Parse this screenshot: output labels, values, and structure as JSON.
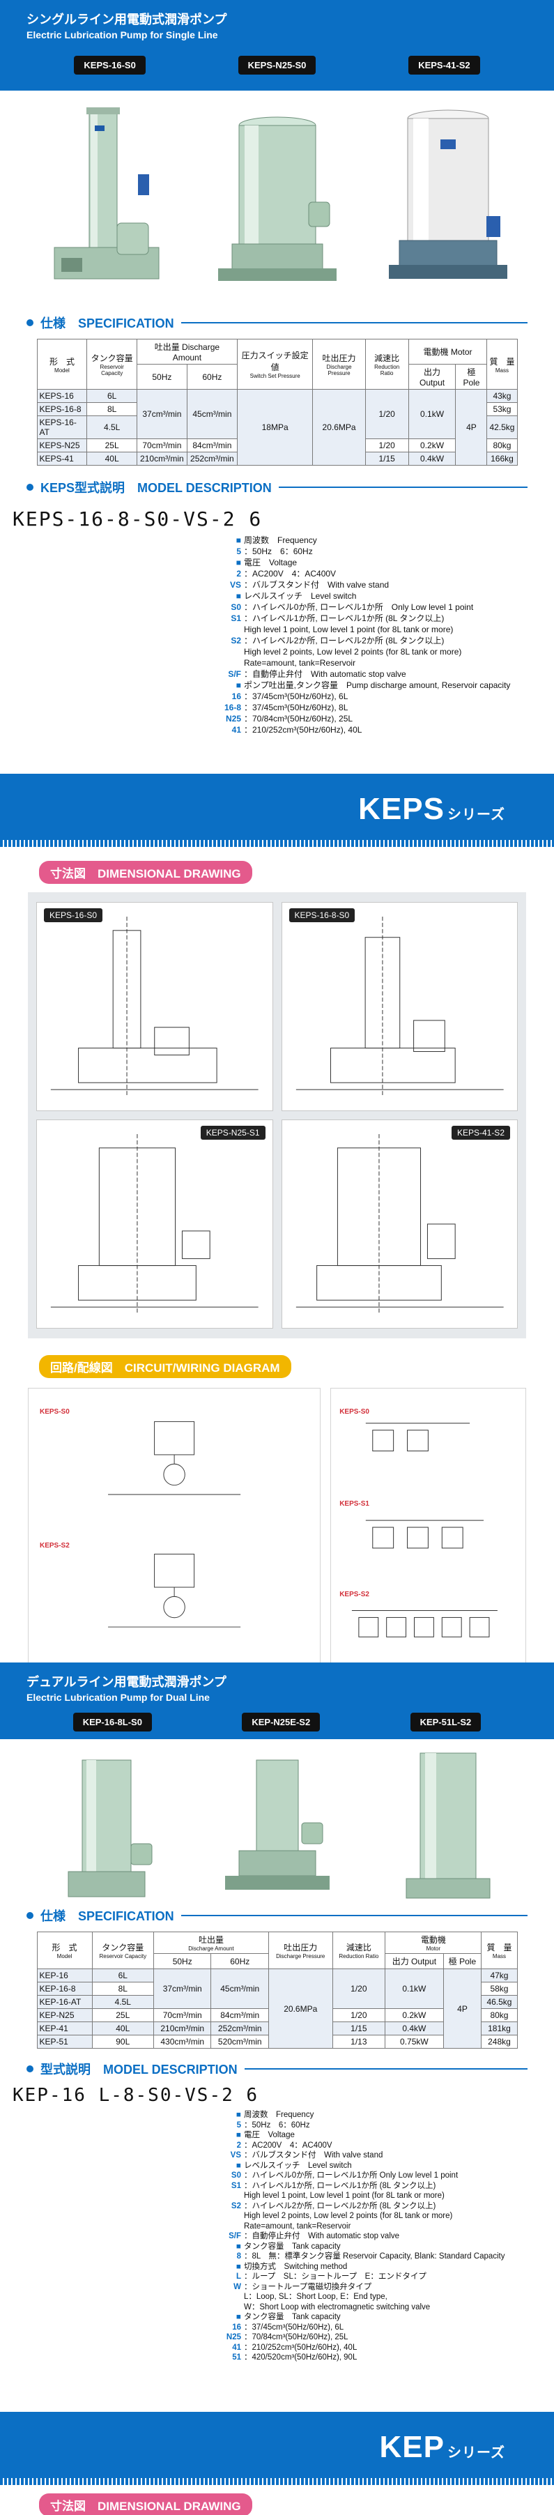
{
  "single": {
    "title_jp": "シングルライン用電動式潤滑ポンプ",
    "title_en": "Electric Lubrication Pump for Single Line",
    "models": [
      "KEPS-16-S0",
      "KEPS-N25-S0",
      "KEPS-41-S2"
    ],
    "spec_title": "仕様　SPECIFICATION",
    "spec_headers": {
      "model_jp": "形　式",
      "model_en": "Model",
      "tank_jp": "タンク容量",
      "tank_en": "Reservoir Capacity",
      "discharge_jp": "吐出量",
      "discharge_en": "Discharge Amount",
      "hz50": "50Hz",
      "hz60": "60Hz",
      "switch_jp": "圧力スイッチ設定値",
      "switch_en": "Switch Set Pressure",
      "pressure_jp": "吐出圧力",
      "pressure_en": "Discharge Pressure",
      "ratio_jp": "減速比",
      "ratio_en": "Reduction Ratio",
      "motor_jp": "電動機",
      "motor_en": "Motor",
      "output": "出力 Output",
      "pole": "極 Pole",
      "mass_jp": "質　量",
      "mass_en": "Mass"
    },
    "spec_rows": [
      {
        "model": "KEPS-16",
        "tank": "6L",
        "d50": "",
        "d60": "",
        "ratio": "",
        "output": "",
        "mass": "43kg"
      },
      {
        "model": "KEPS-16-8",
        "tank": "8L",
        "d50": "37cm³/min",
        "d60": "45cm³/min",
        "ratio": "1/20",
        "output": "0.1kW",
        "mass": "53kg"
      },
      {
        "model": "KEPS-16-AT",
        "tank": "4.5L",
        "d50": "",
        "d60": "",
        "ratio": "",
        "output": "",
        "mass": "42.5kg"
      },
      {
        "model": "KEPS-N25",
        "tank": "25L",
        "d50": "70cm³/min",
        "d60": "84cm³/min",
        "ratio": "1/20",
        "output": "0.2kW",
        "mass": "80kg"
      },
      {
        "model": "KEPS-41",
        "tank": "40L",
        "d50": "210cm³/min",
        "d60": "252cm³/min",
        "ratio": "1/15",
        "output": "0.4kW",
        "mass": "166kg"
      }
    ],
    "spec_shared": {
      "switch": "18MPa",
      "pressure": "20.6MPa",
      "pole": "4P"
    },
    "model_desc_title": "KEPS型式説明　MODEL DESCRIPTION",
    "model_code": "KEPS-16-8-S0-VS-2 6",
    "desc": [
      {
        "k": "■",
        "t": "周波数　Frequency"
      },
      {
        "k": "5",
        "t": "：50Hz　6：60Hz"
      },
      {
        "k": "■",
        "t": "電圧　Voltage"
      },
      {
        "k": "2",
        "t": "：AC200V　4：AC400V"
      },
      {
        "k": "VS",
        "t": "：バルブスタンド付　With valve stand"
      },
      {
        "k": "■",
        "t": "レベルスイッチ　Level switch"
      },
      {
        "k": "S0",
        "t": "：ハイレベル0か所, ローレベル1か所　Only Low level 1 point"
      },
      {
        "k": "S1",
        "t": "：ハイレベル1か所, ローレベル1か所 (8L タンク以上)"
      },
      {
        "k": "",
        "t": "High level 1 point, Low level 1 point (for 8L tank or more)"
      },
      {
        "k": "S2",
        "t": "：ハイレベル2か所, ローレベル2か所 (8L タンク以上)"
      },
      {
        "k": "",
        "t": "High level 2 points, Low level 2 points (for 8L tank or more)"
      },
      {
        "k": "",
        "t": "Rate=amount, tank=Reservoir"
      },
      {
        "k": "S/F",
        "t": "：自動停止弁付　With automatic stop valve"
      },
      {
        "k": "■",
        "t": "ポンプ吐出量,タンク容量　Pump discharge amount, Reservoir capacity"
      },
      {
        "k": "16",
        "t": "：37/45cm³(50Hz/60Hz), 6L"
      },
      {
        "k": "16-8",
        "t": "：37/45cm³(50Hz/60Hz), 8L"
      },
      {
        "k": "N25",
        "t": "：70/84cm³(50Hz/60Hz), 25L"
      },
      {
        "k": "41",
        "t": "：210/252cm³(50Hz/60Hz), 40L"
      }
    ]
  },
  "keps_series": {
    "name": "KEPS",
    "suffix": "シリーズ"
  },
  "dim_title": "寸法図　DIMENSIONAL DRAWING",
  "keps_drawings": [
    "KEPS-16-S0",
    "KEPS-16-8-S0",
    "KEPS-N25-S1",
    "KEPS-41-S2"
  ],
  "circuit_title": "回路/配線図　CIRCUIT/WIRING DIAGRAM",
  "circuit_labels": [
    "KEPS-S0",
    "KEPS-S2",
    "KEPS-S0",
    "KEPS-S1",
    "KEPS-S2"
  ],
  "dual": {
    "title_jp": "デュアルライン用電動式潤滑ポンプ",
    "title_en": "Electric Lubrication Pump for Dual Line",
    "models": [
      "KEP-16-8L-S0",
      "KEP-N25E-S2",
      "KEP-51L-S2"
    ],
    "spec_title": "仕様　SPECIFICATION",
    "spec_rows": [
      {
        "model": "KEP-16",
        "tank": "6L",
        "d50": "",
        "d60": "",
        "ratio": "",
        "output": "",
        "mass": "47kg"
      },
      {
        "model": "KEP-16-8",
        "tank": "8L",
        "d50": "37cm³/min",
        "d60": "45cm³/min",
        "ratio": "1/20",
        "output": "0.1kW",
        "mass": "58kg"
      },
      {
        "model": "KEP-16-AT",
        "tank": "4.5L",
        "d50": "",
        "d60": "",
        "ratio": "",
        "output": "",
        "mass": "46.5kg"
      },
      {
        "model": "KEP-N25",
        "tank": "25L",
        "d50": "70cm³/min",
        "d60": "84cm³/min",
        "ratio": "1/20",
        "output": "0.2kW",
        "mass": "80kg"
      },
      {
        "model": "KEP-41",
        "tank": "40L",
        "d50": "210cm³/min",
        "d60": "252cm³/min",
        "ratio": "1/15",
        "output": "0.4kW",
        "mass": "181kg"
      },
      {
        "model": "KEP-51",
        "tank": "90L",
        "d50": "430cm³/min",
        "d60": "520cm³/min",
        "ratio": "1/13",
        "output": "0.75kW",
        "mass": "248kg"
      }
    ],
    "spec_shared": {
      "pressure": "20.6MPa",
      "pole": "4P"
    },
    "model_desc_title": "型式説明　MODEL DESCRIPTION",
    "model_code": "KEP-16 L-8-S0-VS-2 6",
    "desc": [
      {
        "k": "■",
        "t": "周波数　Frequency"
      },
      {
        "k": "5",
        "t": "：50Hz　6：60Hz"
      },
      {
        "k": "■",
        "t": "電圧　Voltage"
      },
      {
        "k": "2",
        "t": "：AC200V　4：AC400V"
      },
      {
        "k": "VS",
        "t": "：バルブスタンド付　With valve stand"
      },
      {
        "k": "■",
        "t": "レベルスイッチ　Level switch"
      },
      {
        "k": "S0",
        "t": "：ハイレベル0か所, ローレベル1か所 Only Low level 1 point"
      },
      {
        "k": "S1",
        "t": "：ハイレベル1か所, ローレベル1か所 (8L タンク以上)"
      },
      {
        "k": "",
        "t": "High level 1 point, Low level 1 point (for 8L tank or more)"
      },
      {
        "k": "S2",
        "t": "：ハイレベル2か所, ローレベル2か所 (8L タンク以上)"
      },
      {
        "k": "",
        "t": "High level 2 points, Low level 2 points (for 8L tank or more)"
      },
      {
        "k": "",
        "t": "Rate=amount, tank=Reservoir"
      },
      {
        "k": "S/F",
        "t": "：自動停止弁付　With automatic stop valve"
      },
      {
        "k": "■",
        "t": "タンク容量　Tank capacity"
      },
      {
        "k": "8",
        "t": "：8L　無：標準タンク容量 Reservoir Capacity, Blank: Standard Capacity"
      },
      {
        "k": "■",
        "t": "切換方式　Switching method"
      },
      {
        "k": "L",
        "t": "：ループ　SL：ショートループ　E：エンドタイプ"
      },
      {
        "k": "W",
        "t": "：ショートループ電磁切換弁タイプ"
      },
      {
        "k": "",
        "t": "L：Loop, SL：Short Loop, E：End type,"
      },
      {
        "k": "",
        "t": "W：Short Loop with electromagnetic switching valve"
      },
      {
        "k": "■",
        "t": "タンク容量　Tank capacity"
      },
      {
        "k": "16",
        "t": "：37/45cm³(50Hz/60Hz), 6L"
      },
      {
        "k": "N25",
        "t": "：70/84cm³(50Hz/60Hz), 25L"
      },
      {
        "k": "41",
        "t": "：210/252cm³(50Hz/60Hz), 40L"
      },
      {
        "k": "51",
        "t": "：420/520cm³(50Hz/60Hz), 90L"
      }
    ]
  },
  "kep_series": {
    "name": "KEP",
    "suffix": "シリーズ"
  },
  "dim_title_2": "寸法図　DIMENSIONAL DRAWING",
  "colors": {
    "blue": "#0b6fc4",
    "pink": "#e45a8c",
    "yellow": "#f2b600",
    "pump_green": "#a9c8b2"
  }
}
